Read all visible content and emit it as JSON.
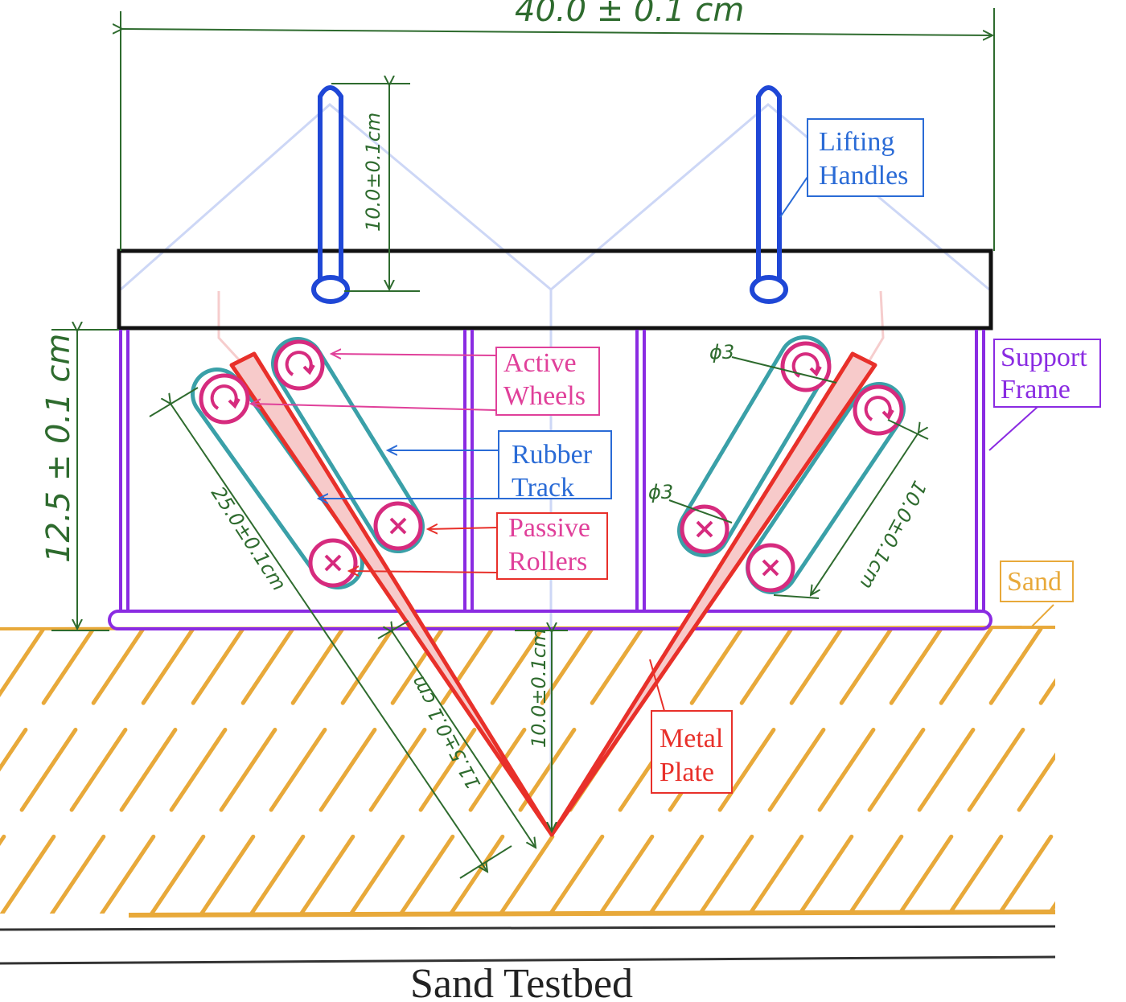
{
  "labels": {
    "lifting_handles_1": "Lifting",
    "lifting_handles_2": "Handles",
    "support_frame_1": "Support",
    "support_frame_2": "Frame",
    "active_wheels_1": "Active",
    "active_wheels_2": "Wheels",
    "rubber_track_1": "Rubber",
    "rubber_track_2": "Track",
    "passive_rollers_1": "Passive",
    "passive_rollers_2": "Rollers",
    "sand": "Sand",
    "metal_plate_1": "Metal",
    "metal_plate_2": "Plate",
    "testbed": "Sand Testbed"
  },
  "dimensions": {
    "width": "40.0 ± 0.1 cm",
    "handle_height": "10.0±0.1cm",
    "frame_height": "12.5 ± 0.1 cm",
    "left_track": "25.0±0.1cm",
    "right_track": "10.0±0.1cm",
    "penetration_slant": "11.5±0.1 cm",
    "penetration_depth": "10.0±0.1cm",
    "wheel_diameter_top": "ϕ3",
    "wheel_diameter_left": "ϕ3"
  },
  "colors": {
    "dimension": "#2e6b2e",
    "handle": "#1f47d6",
    "frame": "#8a2be2",
    "track": "#3aa0a8",
    "wheel": "#d62b7e",
    "plate": "#e8302a",
    "sand": "#e8a93a",
    "label_blue": "#2a6bd6"
  }
}
